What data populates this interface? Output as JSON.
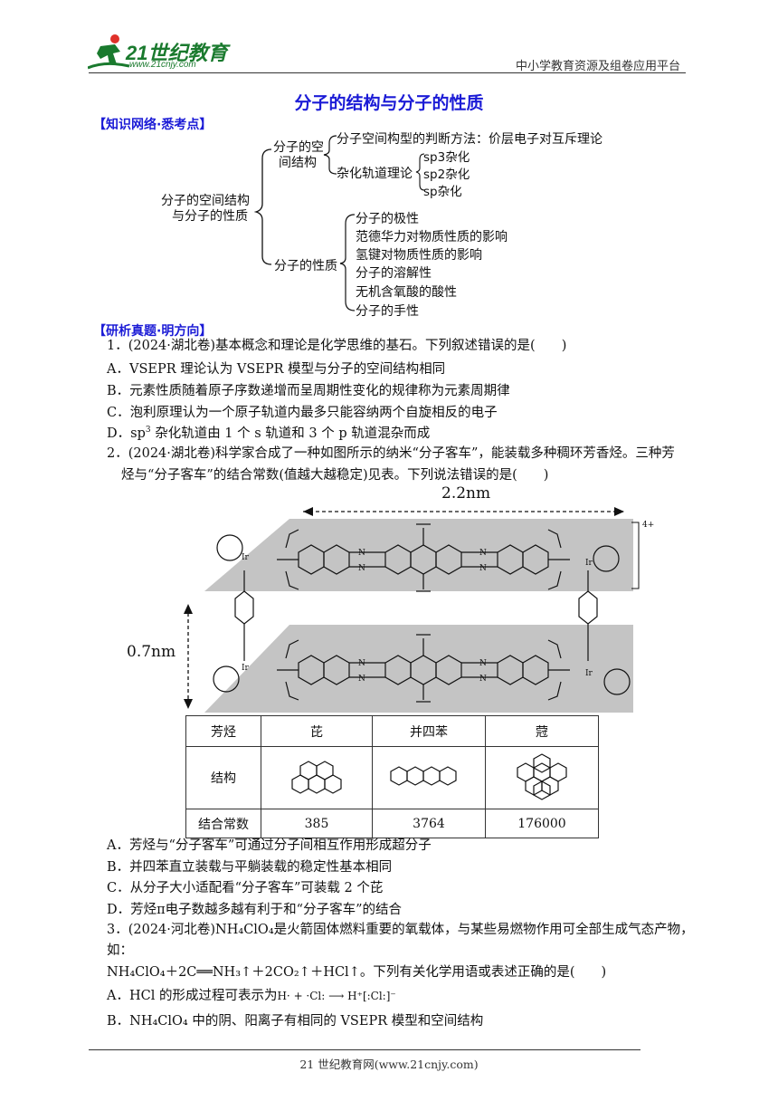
{
  "header": {
    "logo_text": "21世纪教育",
    "logo_url": "www.21cnjy.com",
    "platform": "中小学教育资源及组卷应用平台"
  },
  "title": "分子的结构与分子的性质",
  "section1": "【知识网络·悉考点】",
  "tree": {
    "root_line1": "分子的空间结构",
    "root_line2": "与分子的性质",
    "branch1_line1": "分子的空",
    "branch1_line2": "间结构",
    "b1_item1": "分子空间构型的判断方法：价层电子对互斥理论",
    "b1_item2": "杂化轨道理论",
    "hyb": [
      "sp3杂化",
      "sp2杂化",
      "sp杂化"
    ],
    "branch2": "分子的性质",
    "b2_items": [
      "分子的极性",
      "范德华力对物质性质的影响",
      "氢键对物质性质的影响",
      "分子的溶解性",
      "无机含氧酸的酸性",
      "分子的手性"
    ]
  },
  "section2": "【研析真题·明方向】",
  "q1": {
    "stem": "1．(2024·湖北卷)基本概念和理论是化学思维的基石。下列叙述错误的是(　　)",
    "A": "A．VSEPR 理论认为 VSEPR 模型与分子的空间结构相同",
    "B": "B．元素性质随着原子序数递增而呈周期性变化的规律称为元素周期律",
    "C": "C．泡利原理认为一个原子轨道内最多只能容纳两个自旋相反的电子",
    "D_pre": "D．sp",
    "D_sup": "3",
    "D_post": " 杂化轨道由 1 个 s 轨道和 3 个 p 轨道混杂而成"
  },
  "q2": {
    "stem1": "2．(2024·湖北卷)科学家合成了一种如图所示的纳米“分子客车”，能装载多种稠环芳香烃。三种芳",
    "stem2": "烃与“分子客车”的结合常数(值越大越稳定)见表。下列说法错误的是(　　)",
    "figure": {
      "width_label": "2.2nm",
      "height_label": "0.7nm",
      "charge": "4+",
      "atom_n": "N",
      "atom_ir": "Ir"
    },
    "table": {
      "row_labels": [
        "芳烃",
        "结构",
        "结合常数"
      ],
      "names": [
        "芘",
        "并四苯",
        "蒄"
      ],
      "constants": [
        "385",
        "3764",
        "176000"
      ]
    },
    "A": "A．芳烃与“分子客车”可通过分子间相互作用形成超分子",
    "B": "B．并四苯直立装载与平躺装载的稳定性基本相同",
    "C": "C．从分子大小适配看“分子客车”可装载 2 个芘",
    "D": "D．芳烃π电子数越多越有利于和“分子客车”的结合"
  },
  "q3": {
    "stem1": "3．(2024·河北卷)NH₄ClO₄是火箭固体燃料重要的氧载体，与某些易燃物作用可全部生成气态产物，",
    "stem2": "如：",
    "eq": "NH₄ClO₄＋2C══NH₃↑＋2CO₂↑＋HCl↑。下列有关化学用语或表述正确的是(　　)",
    "A_pre": "A．HCl 的形成过程可表示为",
    "A_formula": "H· + ·Cl: ⟶ H⁺[:Cl:]⁻",
    "B": "B．NH₄ClO₄ 中的阴、阳离子有相同的 VSEPR 模型和空间结构"
  },
  "footer": "21 世纪教育网(www.21cnjy.com)"
}
